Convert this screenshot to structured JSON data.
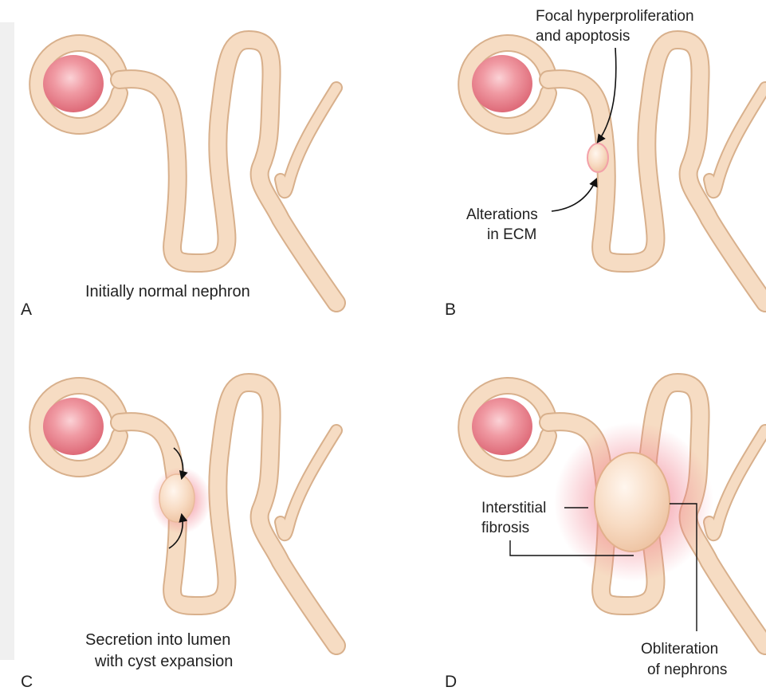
{
  "panels": [
    {
      "letter": "A",
      "caption": "Initially normal nephron"
    },
    {
      "letter": "B",
      "annotations": {
        "focal_line1": "Focal hyperproliferation",
        "focal_line2": "and apoptosis",
        "ecm_line1": "Alterations",
        "ecm_line2": "in ECM"
      }
    },
    {
      "letter": "C",
      "caption_line1": "Secretion into lumen",
      "caption_line2": "with cyst expansion"
    },
    {
      "letter": "D",
      "annotations": {
        "fibrosis_line1": "Interstitial",
        "fibrosis_line2": "fibrosis",
        "oblit_line1": "Obliteration",
        "oblit_line2": "of nephrons"
      }
    }
  ],
  "colors": {
    "tubule_fill": "#f6dcc3",
    "tubule_edge": "#d8b08c",
    "glomerulus": "#e57a86",
    "inflammation": "#f3a0a8"
  }
}
